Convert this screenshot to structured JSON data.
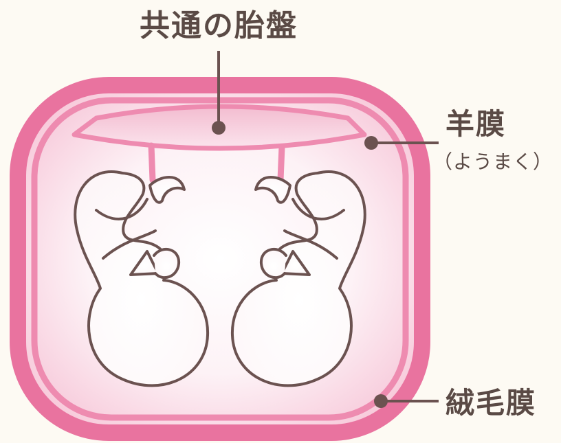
{
  "labels": {
    "placenta": "共通の胎盤",
    "amnion": "羊膜",
    "amnion_reading": "（ようまく）",
    "chorion": "絨毛膜"
  },
  "colors": {
    "background": "#fdfaf3",
    "chorion_outer": "#e9739f",
    "chorion_inner": "#f29ab9",
    "amnion": "#eb86ab",
    "cavity": "#fbe2ec",
    "placenta_fill": "#f5c6d7",
    "fetus_outline": "#6b5250",
    "fetus_fill": "#ffffff",
    "leader_line": "#6b5250"
  }
}
